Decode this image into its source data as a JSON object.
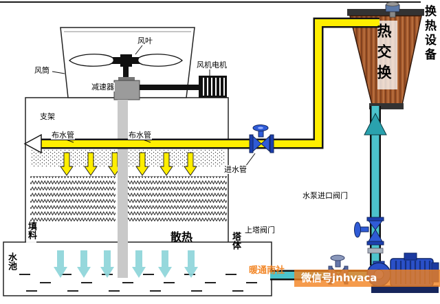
{
  "labels": {
    "fan_blade": "风叶",
    "fan_duct": "风筒",
    "fan_motor": "风机电机",
    "reducer": "减速器",
    "support": "支架",
    "dist_pipe_left": "布水管",
    "dist_pipe_right": "布水管",
    "fill": "填料",
    "heat_dissipation": "散热",
    "tower_body": "塔体",
    "pool": "水池",
    "inlet_pipe": "进水管",
    "pump_inlet_valve": "水泵进口阀门",
    "to_tower_valve": "上塔阀门",
    "hx_equipment": "换热设备",
    "hx_unit": "热交换"
  },
  "watermark": {
    "brand": "暖通南社",
    "wechat": "微信号jnhvaca"
  },
  "colors": {
    "hot_water_pipe": "#ffee00",
    "cold_water_pipe": "#4cc3cc",
    "pool_arrow": "#8ed5da",
    "heat_exchanger_body": "#a55a2c",
    "valve_blue": "#2f5bd6",
    "pump_blue": "#2a50c8",
    "watermark_orange": "#f2821f"
  }
}
